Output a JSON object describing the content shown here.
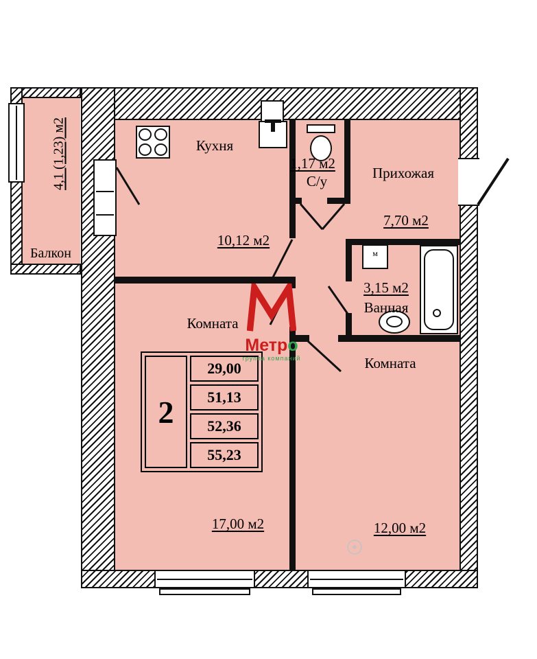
{
  "plan": {
    "balcony": {
      "name": "Балкон",
      "area": "4,1 (1,23) м2"
    },
    "kitchen": {
      "name": "Кухня",
      "area": "10,12 м2"
    },
    "wc": {
      "name": "С/у",
      "area": "1,17 м2"
    },
    "hallway": {
      "name": "Прихожая",
      "area": "7,70 м2"
    },
    "bathroom": {
      "name": "Ванная",
      "area": "3,15 м2",
      "washer_label": "м"
    },
    "room_large": {
      "name": "Комната",
      "area": "17,00 м2"
    },
    "room_small": {
      "name": "Комната",
      "area": "12,00 м2"
    }
  },
  "spec_table": {
    "rooms_count": "2",
    "values": [
      "29,00",
      "51,13",
      "52,36",
      "55,23"
    ]
  },
  "watermark": {
    "brand_main": "Метр",
    "brand_tail": "о",
    "subtitle": "группа компаний"
  },
  "colors": {
    "room_fill": "#f4bdb4",
    "wall_line": "#111111",
    "brand_red": "#cd1e1e",
    "brand_green": "#2fa352"
  }
}
